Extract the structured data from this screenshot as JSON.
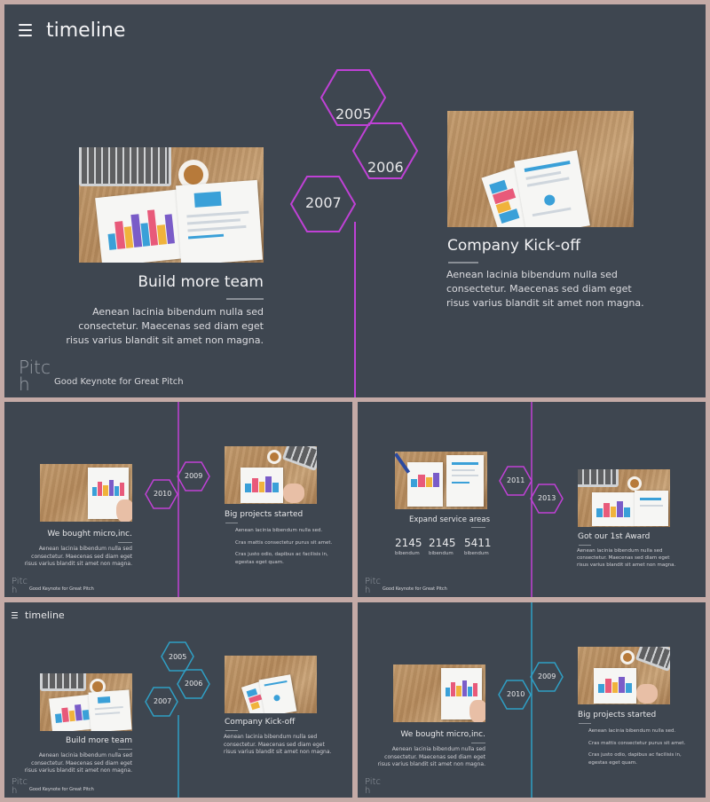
{
  "slide1": {
    "header": {
      "title": "timeline"
    },
    "years": [
      "2005",
      "2006",
      "2007"
    ],
    "left": {
      "heading": "Build more team",
      "body": [
        "Aenean lacinia bibendum nulla sed",
        "consectetur. Maecenas sed diam eget",
        "risus varius blandit sit amet non magna."
      ]
    },
    "right": {
      "heading": "Company Kick-off",
      "body": [
        "Aenean lacinia bibendum nulla sed",
        "consectetur. Maecenas sed diam eget",
        "risus varius blandit sit amet non magna."
      ]
    },
    "footer": {
      "logo_line1": "Pitc",
      "logo_line2": "h",
      "tagline": "Good Keynote for Great Pitch"
    }
  },
  "slide2": {
    "years": [
      "2010",
      "2009"
    ],
    "left": {
      "heading": "We bought micro,inc.",
      "body": [
        "Aenean lacinia bibendum nulla sed",
        "consectetur. Maecenas sed diam eget",
        "risus varius blandit sit amet non magna."
      ]
    },
    "right": {
      "heading": "Big projects started",
      "items": [
        "Aenean lacinia bibendum nulla sed.",
        "Cras mattis consectetur purus sit amet.",
        "Cras justo odio, dapibus ac facilisis in,",
        "egestas eget quam."
      ]
    },
    "footer": {
      "logo_line1": "Pitc",
      "logo_line2": "h",
      "tagline": "Good Keynote for Great Pitch"
    }
  },
  "slide3": {
    "years": [
      "2011",
      "2013"
    ],
    "left": {
      "heading": "Expand service areas",
      "stats": [
        {
          "value": "2145",
          "label": "bibendum"
        },
        {
          "value": "2145",
          "label": "bibendum"
        },
        {
          "value": "5411",
          "label": "bibendum"
        }
      ]
    },
    "right": {
      "heading": "Got our 1st Award",
      "body": [
        "Aenean lacinia bibendum nulla sed",
        "consectetur. Maecenas sed diam eget",
        "risus varius blandit sit amet non magna."
      ]
    },
    "footer": {
      "logo_line1": "Pitc",
      "logo_line2": "h",
      "tagline": "Good Keynote for Great Pitch"
    }
  },
  "slide4": {
    "header": {
      "title": "timeline"
    },
    "years": [
      "2005",
      "2006",
      "2007"
    ],
    "left": {
      "heading": "Build more team",
      "body": [
        "Aenean lacinia bibendum nulla sed",
        "consectetur. Maecenas sed diam eget",
        "risus varius blandit sit amet non magna."
      ]
    },
    "right": {
      "heading": "Company Kick-off",
      "body": [
        "Aenean lacinia bibendum nulla sed",
        "consectetur. Maecenas sed diam eget",
        "risus varius blandit sit amet non magna."
      ]
    },
    "footer": {
      "logo_line1": "Pitc",
      "logo_line2": "h",
      "tagline": "Good Keynote for Great Pitch"
    }
  },
  "slide5": {
    "years": [
      "2010",
      "2009"
    ],
    "left": {
      "heading": "We bought micro,inc.",
      "body": [
        "Aenean lacinia bibendum nulla sed",
        "consectetur. Maecenas sed diam eget",
        "risus varius blandit sit amet non magna."
      ]
    },
    "right": {
      "heading": "Big projects started",
      "items": [
        "Aenean lacinia bibendum nulla sed.",
        "Cras mattis consectetur purus sit amet.",
        "Cras justo odio, dapibus ac facilisis in,",
        "egestas eget quam."
      ]
    },
    "footer": {
      "logo_line1": "Pitc",
      "logo_line2": "h"
    }
  },
  "colors": {
    "background": "#3e4650",
    "accent_magenta": "#c041d6",
    "accent_teal": "#2f9fc4",
    "frame": "#c4aaa6",
    "text": "#e8e8ea"
  },
  "icons": {
    "menu": "hamburger-menu-icon"
  }
}
